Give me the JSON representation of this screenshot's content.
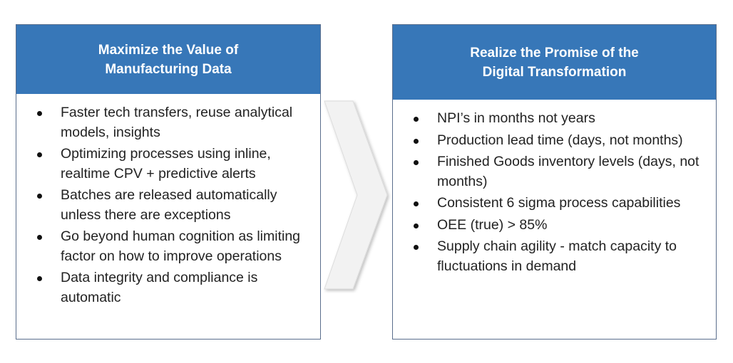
{
  "left_panel": {
    "title_lines": [
      "Maximize the Value of",
      "Manufacturing Data"
    ],
    "bullets": [
      "Faster tech transfers, reuse analytical models, insights",
      "Optimizing processes using inline, realtime CPV + predictive alerts",
      "Batches are released automatically unless there are exceptions",
      "Go beyond human cognition as limiting factor on how to improve operations",
      "Data integrity and compliance is automatic"
    ]
  },
  "right_panel": {
    "title_lines": [
      "Realize the Promise of the",
      "Digital Transformation"
    ],
    "bullets": [
      "NPI’s in months not years",
      "Production lead time (days, not months)",
      "Finished Goods inventory levels (days, not months)",
      "Consistent 6 sigma process capabilities",
      "OEE (true) > 85%",
      "Supply chain agility - match capacity to fluctuations in demand"
    ]
  },
  "colors": {
    "header_fill": "#3777b8",
    "header_text": "#ffffff",
    "border": "#5a6e8c",
    "arrow_fill": "#f2f2f2"
  }
}
